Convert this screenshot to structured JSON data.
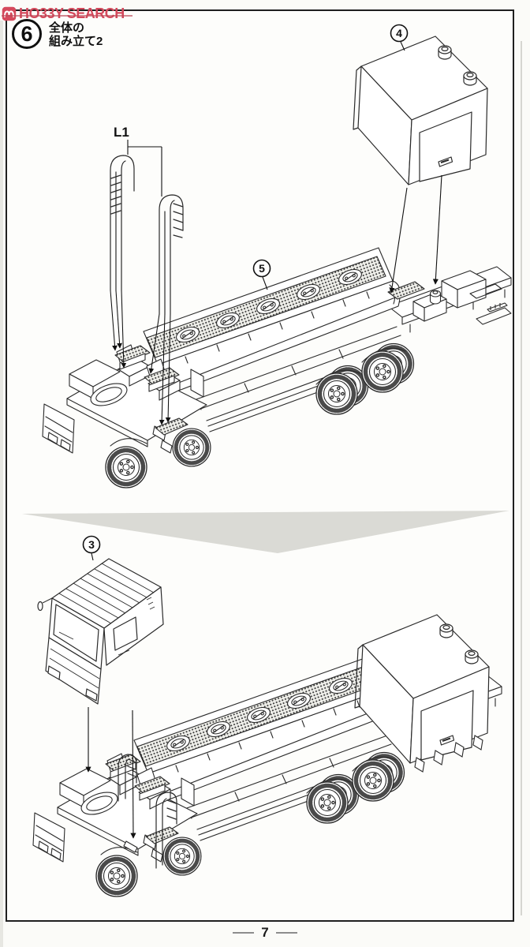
{
  "watermark": {
    "text": "HO33Y SEARCH"
  },
  "step": {
    "number": "6",
    "title_line1": "全体の",
    "title_line2": "組み立て2"
  },
  "parts": {
    "ladder": "L1",
    "storage_box": "4",
    "catwalk": "5",
    "cab": "3"
  },
  "footer": {
    "page_number": "7"
  },
  "colors": {
    "watermark_red": "#d5495c",
    "line_ink": "#2a2a2a",
    "divider_gray": "#dadad5"
  }
}
